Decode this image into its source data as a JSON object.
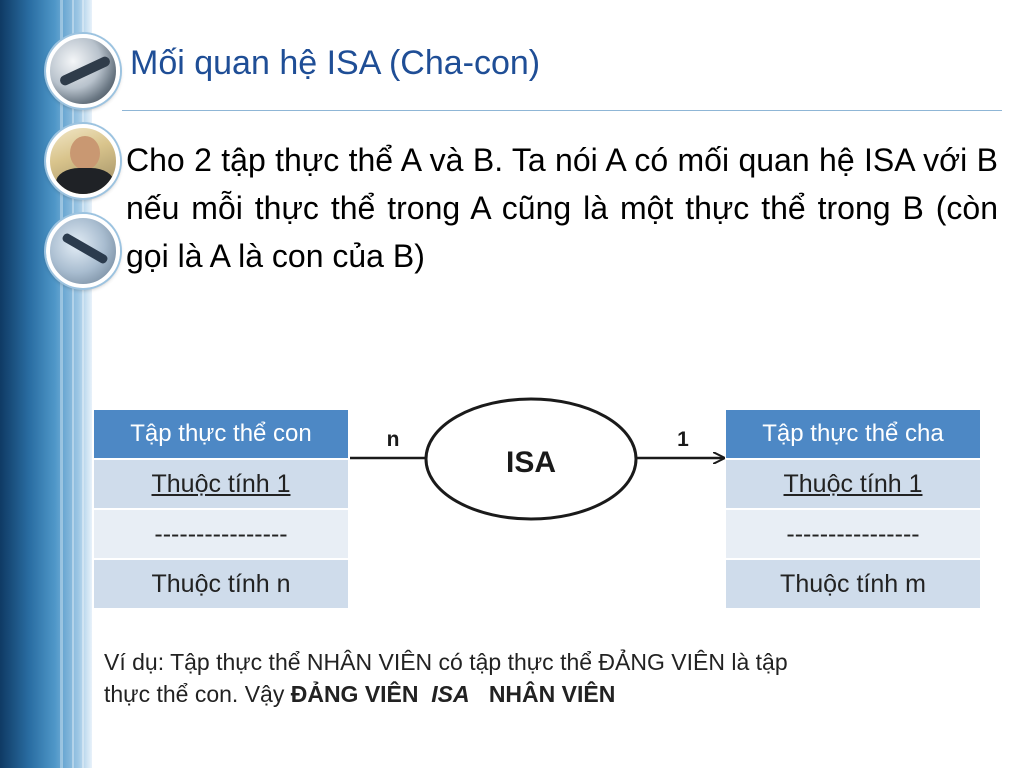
{
  "slide": {
    "title": "Mối quan hệ ISA (Cha-con)",
    "intro": "Cho 2 tập thực thể A và B. Ta nói A có mối quan hệ ISA với B nếu mỗi thực thể trong A cũng là một thực thể trong B (còn gọi là A là con của B)"
  },
  "diagram": {
    "child_table": {
      "header": "Tập thực thể con",
      "rows": [
        "Thuộc tính 1",
        "----------------",
        "Thuộc tính n"
      ]
    },
    "relationship": {
      "label": "ISA",
      "left_cardinality": "n",
      "right_cardinality": "1"
    },
    "parent_table": {
      "header": "Tập thực thể cha",
      "rows": [
        "Thuộc tính 1",
        "----------------",
        "Thuộc tính m"
      ]
    }
  },
  "example": {
    "line1": "Ví dụ: Tập thực thể NHÂN VIÊN có tập thực thể ĐẢNG VIÊN là tập",
    "line2_prefix": "thực thể con. Vậy ",
    "subject": "ĐẢNG VIÊN",
    "relation": "ISA",
    "object": "NHÂN VIÊN"
  },
  "colors": {
    "title": "#1f4e96",
    "table_header": "#4d88c5",
    "row_dark": "#cfdceb",
    "row_light": "#e8eef5"
  }
}
